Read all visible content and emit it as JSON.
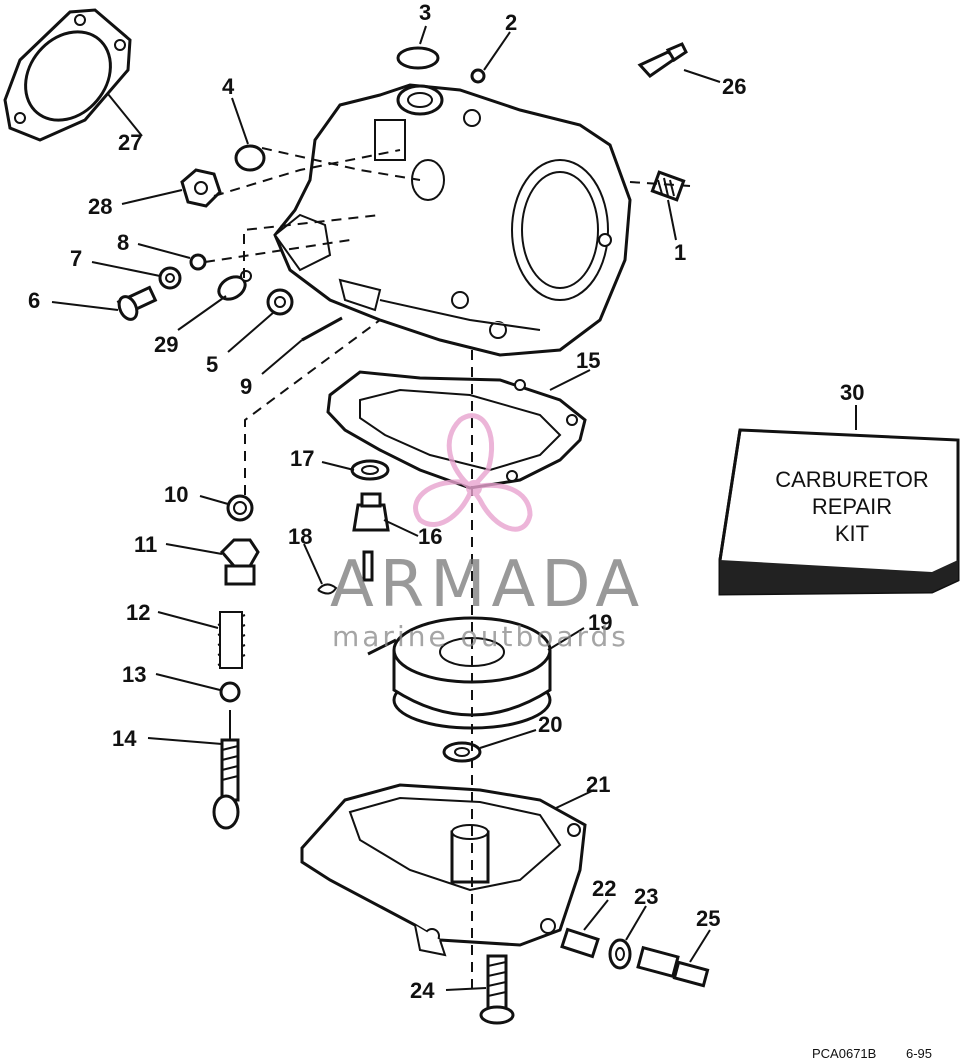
{
  "callouts": [
    "1",
    "2",
    "3",
    "4",
    "5",
    "6",
    "7",
    "8",
    "9",
    "10",
    "11",
    "12",
    "13",
    "14",
    "15",
    "16",
    "17",
    "18",
    "19",
    "20",
    "21",
    "22",
    "23",
    "24",
    "25",
    "26",
    "27",
    "28",
    "29",
    "30"
  ],
  "kit": {
    "line1": "CARBURETOR",
    "line2": "REPAIR",
    "line3": "KIT"
  },
  "watermark": {
    "brand": "ARMADA",
    "tagline": "marine outboards",
    "color": "#e8a3cf"
  },
  "footer": {
    "code": "PCA0671B",
    "date": "6-95"
  }
}
